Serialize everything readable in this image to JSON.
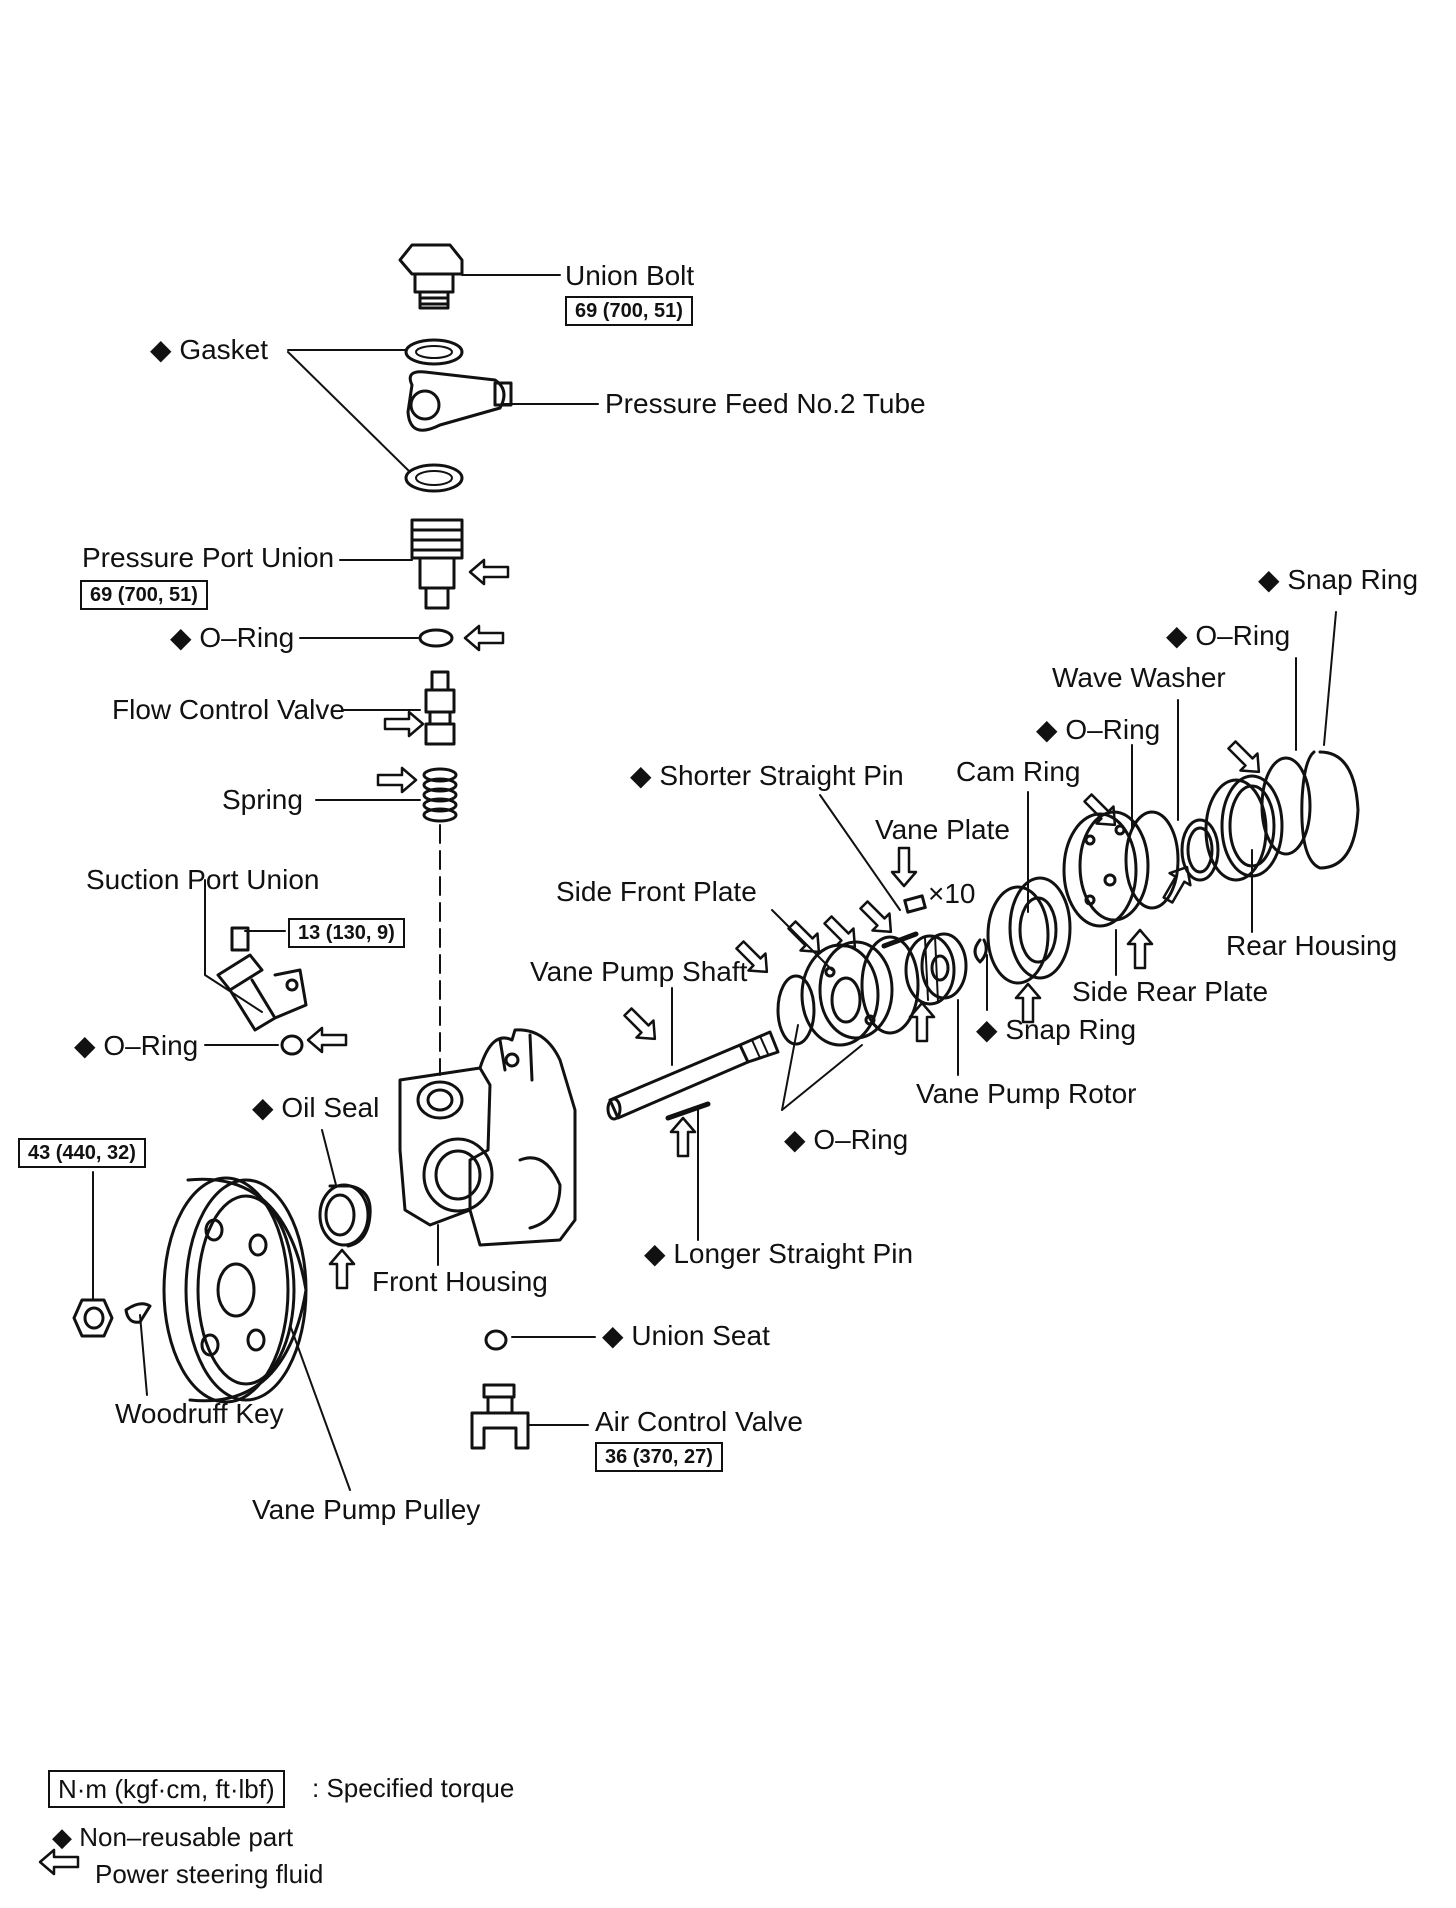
{
  "labels": {
    "union_bolt": "Union Bolt",
    "gasket": "◆ Gasket",
    "pressure_feed_tube": "Pressure Feed No.2 Tube",
    "pressure_port_union": "Pressure Port Union",
    "o_ring_1": "◆ O–Ring",
    "flow_control_valve": "Flow Control Valve",
    "spring": "Spring",
    "suction_port_union": "Suction Port Union",
    "o_ring_2": "◆ O–Ring",
    "oil_seal": "◆ Oil Seal",
    "front_housing": "Front Housing",
    "woodruff_key": "Woodruff Key",
    "vane_pump_pulley": "Vane Pump Pulley",
    "union_seat": "◆ Union Seat",
    "air_control_valve": "Air Control Valve",
    "vane_pump_shaft": "Vane Pump Shaft",
    "side_front_plate": "Side Front Plate",
    "shorter_straight_pin": "◆ Shorter Straight Pin",
    "vane_plate": "Vane Plate",
    "x10": "×10",
    "cam_ring": "Cam Ring",
    "o_ring_3": "◆ O–Ring",
    "wave_washer": "Wave Washer",
    "o_ring_4": "◆ O–Ring",
    "snap_ring_top": "◆ Snap Ring",
    "rear_housing": "Rear Housing",
    "side_rear_plate": "Side Rear Plate",
    "snap_ring_mid": "◆ Snap Ring",
    "vane_pump_rotor": "Vane Pump Rotor",
    "o_ring_5": "◆ O–Ring",
    "longer_straight_pin": "◆ Longer Straight Pin"
  },
  "torques": {
    "union_bolt": "69 (700, 51)",
    "pressure_port_union": "69 (700, 51)",
    "suction_port_union": "13 (130, 9)",
    "pulley_nut": "43 (440, 32)",
    "air_control_valve": "36 (370, 27)"
  },
  "legend": {
    "torque_unit": "N·m (kgf·cm, ft·lbf)",
    "torque_desc": ": Specified torque",
    "non_reusable": "◆ Non–reusable part",
    "fluid": "Power steering fluid"
  },
  "colors": {
    "ink": "#111111",
    "paper": "#ffffff"
  }
}
